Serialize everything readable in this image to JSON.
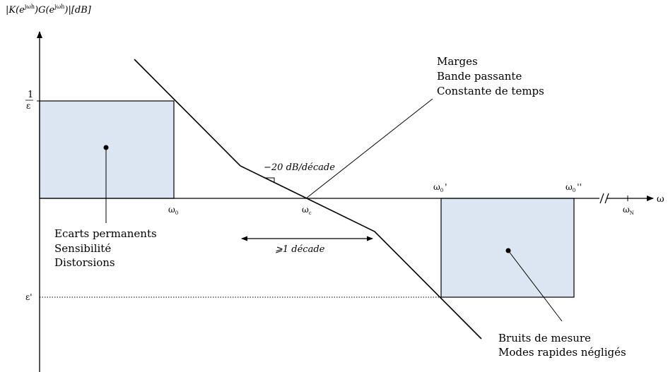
{
  "y_axis": {
    "label_pre": "|K(e",
    "label_sup1": "jωh",
    "label_mid": ")G(e",
    "label_sup2": "jωh",
    "label_post": ")|[dB]"
  },
  "x_axis": {
    "label": "ω"
  },
  "levels": {
    "one_over_eps_num": "1",
    "one_over_eps_den": "ε",
    "eps_prime": "ε'"
  },
  "freqs": {
    "w0": {
      "base": "ω",
      "sub": "0"
    },
    "wc": {
      "base": "ω",
      "sub": "c"
    },
    "w0p": {
      "base": "ω",
      "sub": "0",
      "suffix": "'"
    },
    "w0pp": {
      "base": "ω",
      "sub": "0",
      "suffix": "''"
    },
    "wN": {
      "base": "ω",
      "sub": "N"
    }
  },
  "slope_label": "−20 dB/décade",
  "decade_label": "⩾1 décade",
  "annotations": {
    "top": [
      "Marges",
      "Bande passante",
      "Constante de temps"
    ],
    "left": [
      "Ecarts permanents",
      "Sensibilité",
      "Distorsions"
    ],
    "right": [
      "Bruits de mesure",
      "Modes rapides négligés"
    ]
  },
  "colors": {
    "region_fill": "#dce6f2",
    "line": "#000000"
  }
}
